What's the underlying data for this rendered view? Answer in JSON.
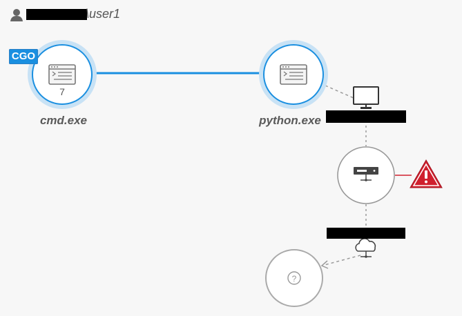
{
  "user": {
    "name": "\\user1",
    "icon": "user-icon"
  },
  "nodes": {
    "cmd": {
      "label": "cmd.exe",
      "count": "7",
      "badge": "CGO",
      "icon": "terminal-window-icon"
    },
    "python": {
      "label": "python.exe",
      "icon": "terminal-window-icon"
    },
    "host": {
      "icon": "monitor-icon"
    },
    "server": {
      "icon": "server-icon"
    },
    "alert": {
      "icon": "warning-icon",
      "color": "#d0202e"
    },
    "network": {
      "icon": "cloud-network-icon"
    },
    "unknown": {
      "icon": "question-icon"
    }
  },
  "colors": {
    "accent": "#1a8fe0",
    "ring": "#c8e2f5",
    "alert": "#d0202e",
    "edge_gray": "#9a9a9a"
  }
}
